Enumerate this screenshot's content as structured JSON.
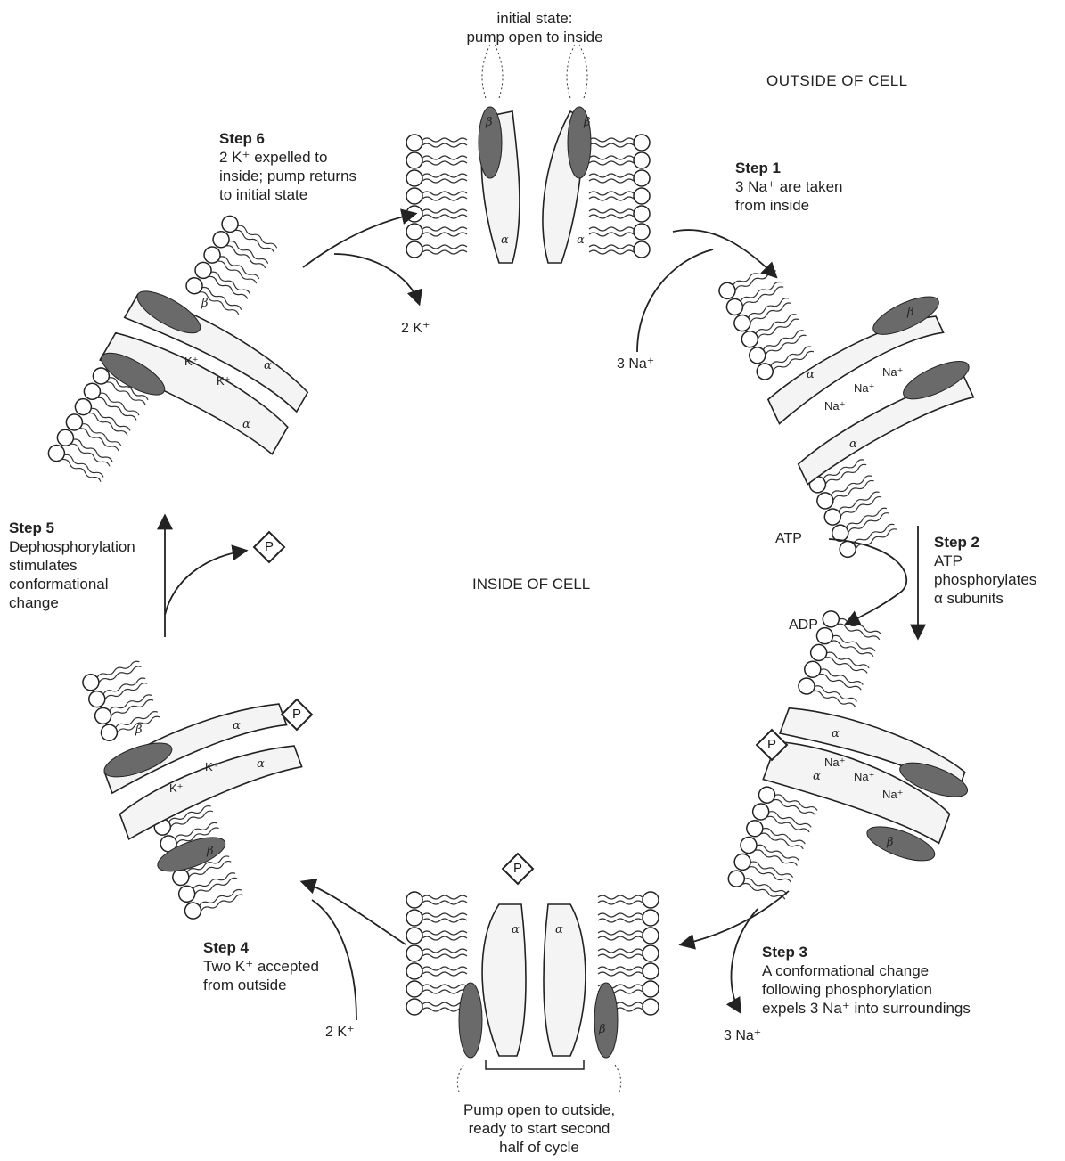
{
  "labels": {
    "initial_state_1": "initial state:",
    "initial_state_2": "pump open to inside",
    "outside": "OUTSIDE OF CELL",
    "inside": "INSIDE OF CELL",
    "open_outside_1": "Pump open to outside,",
    "open_outside_2": "ready to start second",
    "open_outside_3": "half of cycle"
  },
  "steps": [
    {
      "title": "Step 1",
      "lines": [
        "3 Na⁺ are taken",
        "from inside"
      ]
    },
    {
      "title": "Step 2",
      "lines": [
        "ATP",
        "phosphorylates",
        "α subunits"
      ]
    },
    {
      "title": "Step 3",
      "lines": [
        "A conformational change",
        "following phosphorylation",
        "expels 3 Na⁺ into surroundings"
      ]
    },
    {
      "title": "Step 4",
      "lines": [
        "Two K⁺ accepted",
        "from outside"
      ]
    },
    {
      "title": "Step 5",
      "lines": [
        "Dephosphorylation",
        "stimulates",
        "conformational",
        "change"
      ]
    },
    {
      "title": "Step 6",
      "lines": [
        "2 K⁺ expelled to",
        "inside; pump returns",
        "to initial state"
      ]
    }
  ],
  "molecules": {
    "atp": "ATP",
    "adp": "ADP",
    "p": "P",
    "na3": "3 Na⁺",
    "k2": "2 K⁺",
    "na": "Na⁺",
    "k": "K⁺",
    "alpha": "α",
    "beta": "β"
  }
}
